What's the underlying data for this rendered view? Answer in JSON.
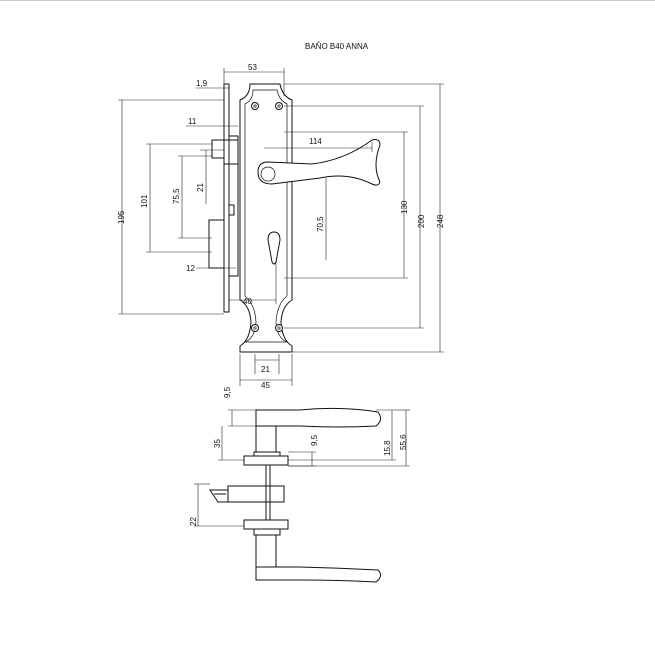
{
  "title": "BAÑO B40 ANNA",
  "dimensions": {
    "d53": "53",
    "d1_9": "1,9",
    "d11": "11",
    "d114": "114",
    "d21_upper": "21",
    "d101": "101",
    "d75_5": "75,5",
    "d195": "195",
    "d70_5": "70,5",
    "d130": "130",
    "d200": "200",
    "d248": "248",
    "d12": "12",
    "d40": "40",
    "d21_lower": "21",
    "d45": "45",
    "d9_5_top": "9,5",
    "d35": "35",
    "d9_5_mid": "9,5",
    "d15_8": "15,8",
    "d55_6": "55,6",
    "d22": "22"
  }
}
